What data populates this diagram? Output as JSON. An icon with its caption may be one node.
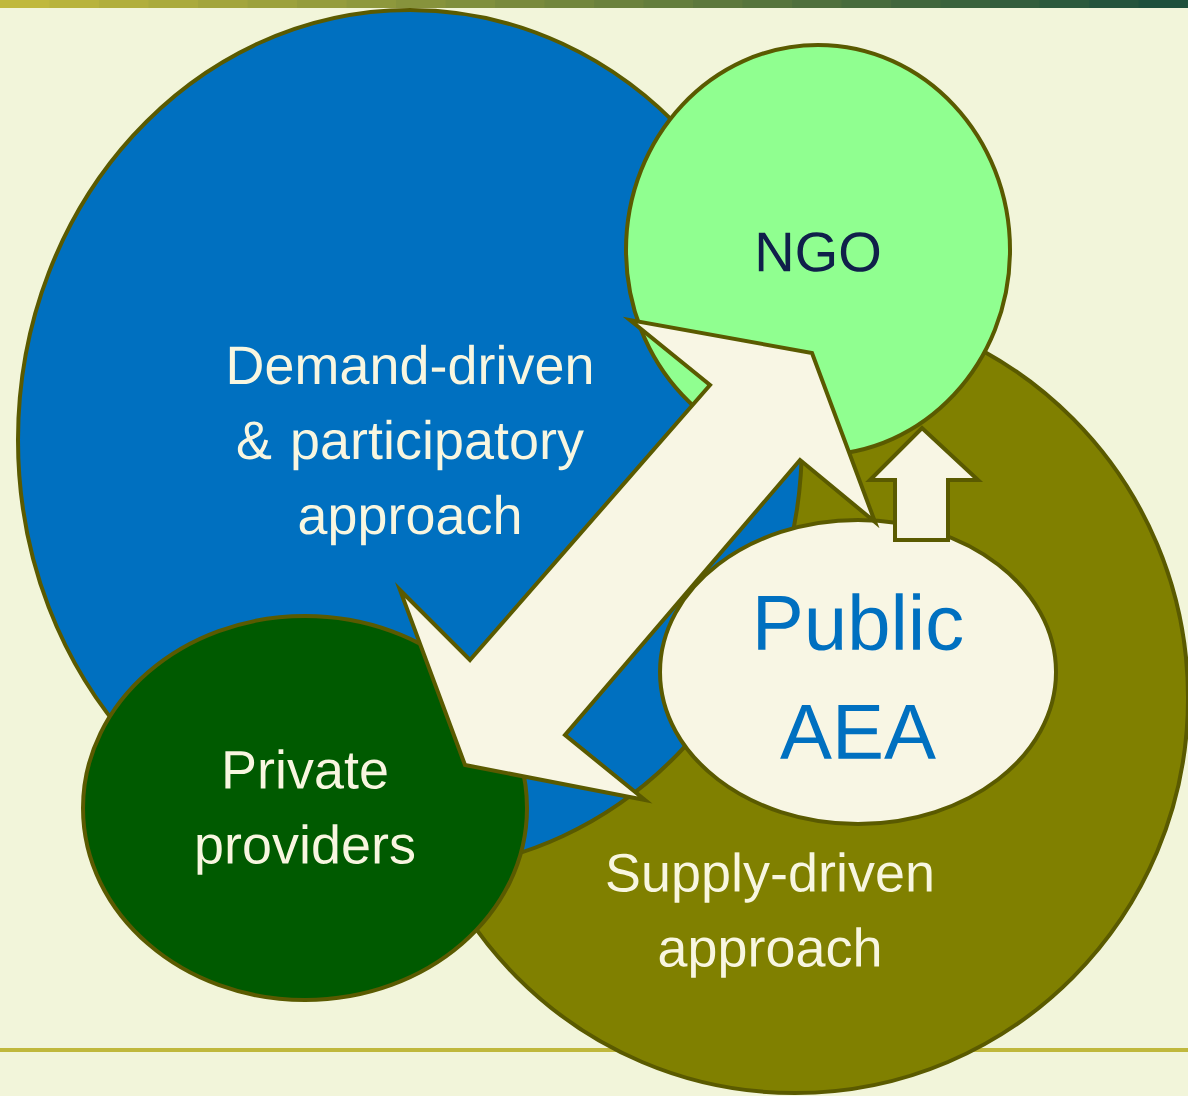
{
  "diagram": {
    "nodes": [
      {
        "text": [
          "Demand-driven & participatory approach"
        ]
      },
      {
        "text": [
          "Supply-driven approach"
        ]
      },
      {
        "text": [
          "NGO"
        ]
      },
      {
        "text": [
          "Public AEA"
        ],
        "in": 1
      },
      {
        "text": [
          "Private providers"
        ]
      }
    ],
    "edges": [
      {
        "from": 4,
        "to": 2,
        "arrow": "both"
      },
      {
        "from": 3,
        "to": 2,
        "arrow": "to"
      }
    ]
  }
}
